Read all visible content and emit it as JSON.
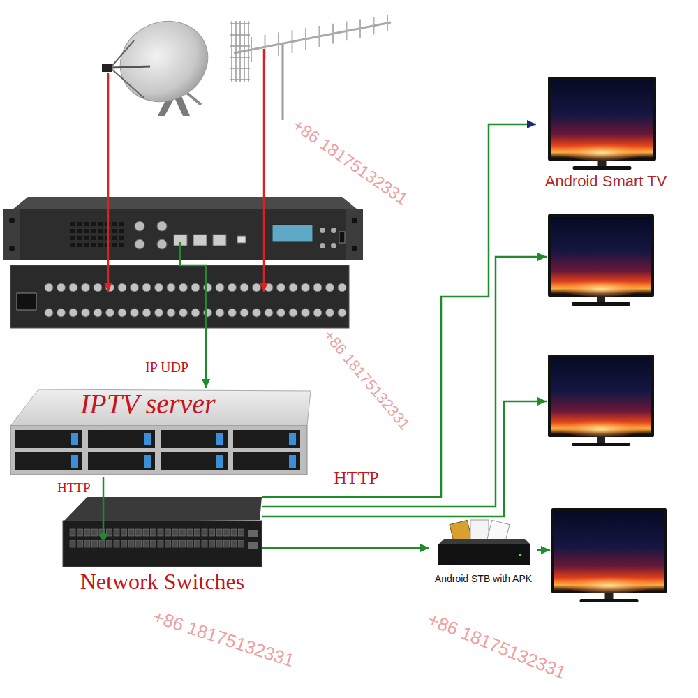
{
  "diagram": {
    "nodes": [
      {
        "text": [
          "IPTV server"
        ]
      },
      {
        "text": [
          "Network Switches"
        ]
      },
      {
        "text": [
          "Android Smart TV"
        ]
      },
      {
        "text": [
          "Android STB with APK"
        ]
      }
    ],
    "edges": [
      {
        "from": 0,
        "to": 1,
        "arrow": "none",
        "label": "HTTP"
      },
      {
        "from": 1,
        "to": 2,
        "arrow": "to",
        "label": "HTTP"
      },
      {
        "from": 1,
        "to": 3,
        "arrow": "to"
      }
    ],
    "labels": [
      "IP UDP",
      "+86 18175132331",
      "+86 18175132331",
      "+86 18175132331",
      "+86 18175132331"
    ]
  }
}
